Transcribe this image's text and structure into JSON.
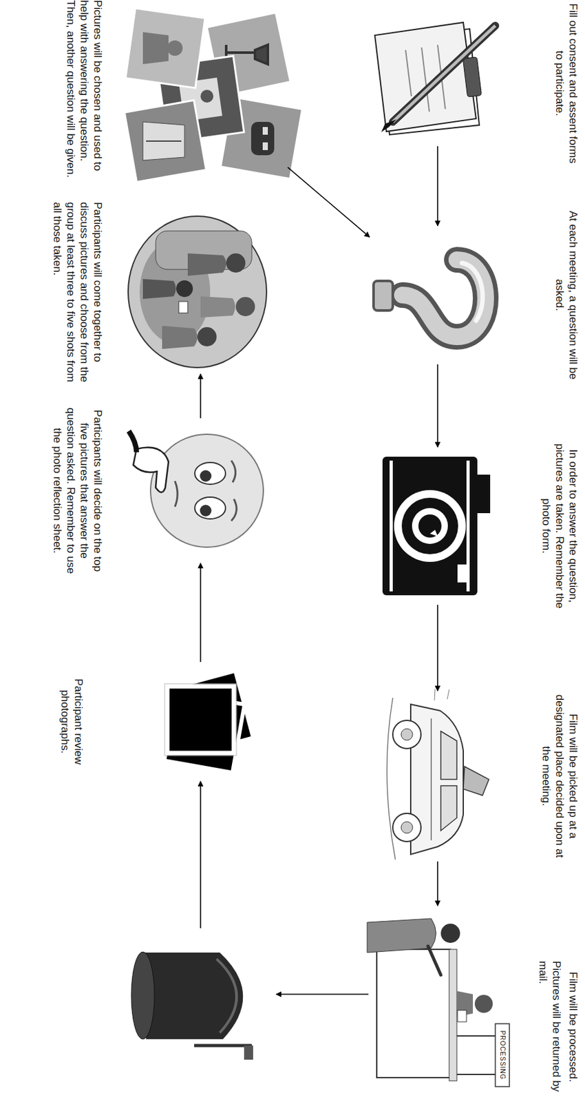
{
  "diagram": {
    "nodes": [
      {
        "text": [
          "Fill out consent and assent forms to participate."
        ]
      },
      {
        "text": [
          "At each meeting, a question will be asked."
        ]
      },
      {
        "text": [
          "In order to answer the question, pictures are taken. Remember the photo form."
        ]
      },
      {
        "text": [
          "Film will be picked up at a designated place decided upon at the meeting."
        ]
      },
      {
        "text": [
          "Film will be processed."
        ]
      },
      {
        "text": [
          "Pictures will be returned by mail."
        ]
      },
      {
        "text": [
          "Participant review photographs."
        ]
      },
      {
        "text": [
          "Participants will decide on the top five pictures that answer the question asked. Remember to use the photo reflection sheet."
        ]
      },
      {
        "text": [
          "Participants will come together to discuss pictures and choose from the group at least three to five shots from all those taken."
        ]
      },
      {
        "text": [
          "Pictures will be chosen and used to help with answering the question. Then, another question will be given."
        ]
      }
    ],
    "edges": [
      {
        "from": 0,
        "to": 1,
        "arrow": "to"
      },
      {
        "from": 1,
        "to": 2,
        "arrow": "to"
      },
      {
        "from": 2,
        "to": 3,
        "arrow": "to"
      },
      {
        "from": 3,
        "to": 4,
        "arrow": "to"
      },
      {
        "from": 4,
        "to": 5,
        "arrow": "to"
      },
      {
        "from": 5,
        "to": 6,
        "arrow": "to"
      },
      {
        "from": 6,
        "to": 7,
        "arrow": "to"
      },
      {
        "from": 7,
        "to": 8,
        "arrow": "to"
      },
      {
        "from": 9,
        "to": 1,
        "arrow": "to"
      }
    ],
    "labels": [
      "PROCESSING"
    ]
  }
}
